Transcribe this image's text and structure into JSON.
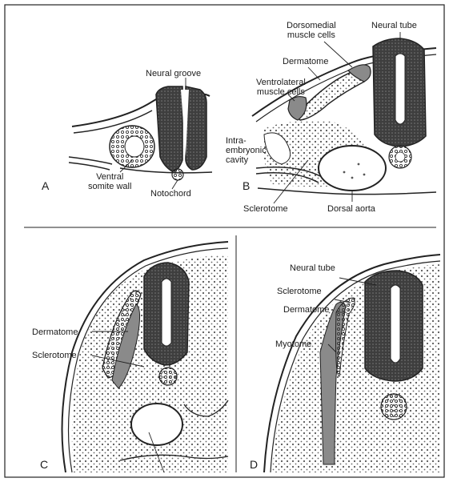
{
  "colors": {
    "background": "#ffffff",
    "ink": "#1b1b1b",
    "neural_tissue": "#4a4a4a",
    "muscle_shading": "#8a8a8a",
    "mesenchyme_dot": "#555555"
  },
  "panels": {
    "A": {
      "letter": "A",
      "labels": {
        "neural_groove": "Neural groove",
        "ventral_somite_wall": "Ventral\nsomite wall",
        "notochord": "Notochord"
      }
    },
    "B": {
      "letter": "B",
      "labels": {
        "dorsomedial_muscle_cells": "Dorsomedial\nmuscle cells",
        "neural_tube": "Neural tube",
        "dermatome": "Dermatome",
        "ventrolateral_muscle_cells": "Ventrolateral\nmuscle cells",
        "intraembryonic_cavity": "Intra-\nembryonic\ncavity",
        "sclerotome": "Sclerotome",
        "dorsal_aorta": "Dorsal aorta"
      }
    },
    "C": {
      "letter": "C",
      "labels": {
        "dermatome": "Dermatome",
        "sclerotome": "Sclerotome"
      }
    },
    "D": {
      "letter": "D",
      "labels": {
        "neural_tube": "Neural tube",
        "sclerotome": "Sclerotome",
        "dermatome": "Dermatome",
        "myotome": "Myotome"
      }
    }
  }
}
